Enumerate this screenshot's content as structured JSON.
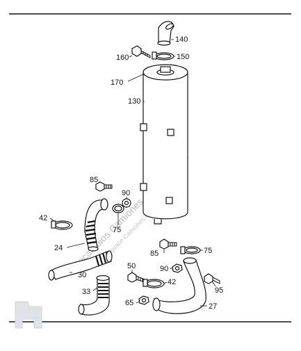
{
  "watermark": {
    "line1": "Recambios Camiones and Parts S.L.",
    "line2": "Desguace Camiones.com"
  },
  "labels": {
    "p140": "140",
    "p160": "160",
    "p150": "150",
    "p170": "170",
    "p130": "130",
    "p85a": "85",
    "p90a": "90",
    "p42a": "42",
    "p75a": "75",
    "p24": "24",
    "p85b": "85",
    "p75b": "75",
    "p30": "30",
    "p90b": "90",
    "p50": "50",
    "p42b": "42",
    "p95": "95",
    "p33": "33",
    "p65": "65",
    "p27": "27"
  },
  "colors": {
    "ink": "#111111",
    "watermark": "#b8bcc4",
    "background": "#ffffff"
  }
}
